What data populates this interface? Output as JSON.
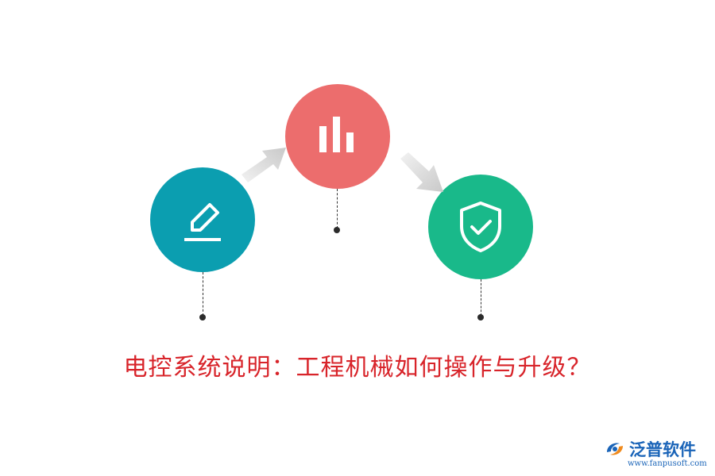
{
  "title": "电控系统说明：工程机械如何操作与升级？",
  "steps": [
    {
      "icon": "pencil-icon",
      "color": "#0b9eb0"
    },
    {
      "icon": "bar-chart-icon",
      "color": "#ec6d6d"
    },
    {
      "icon": "shield-check-icon",
      "color": "#19b98a"
    }
  ],
  "logo": {
    "name": "泛普软件",
    "url": "www.fanpusoft.com",
    "brand_color": "#1a64b8"
  },
  "title_color": "#d8242a"
}
